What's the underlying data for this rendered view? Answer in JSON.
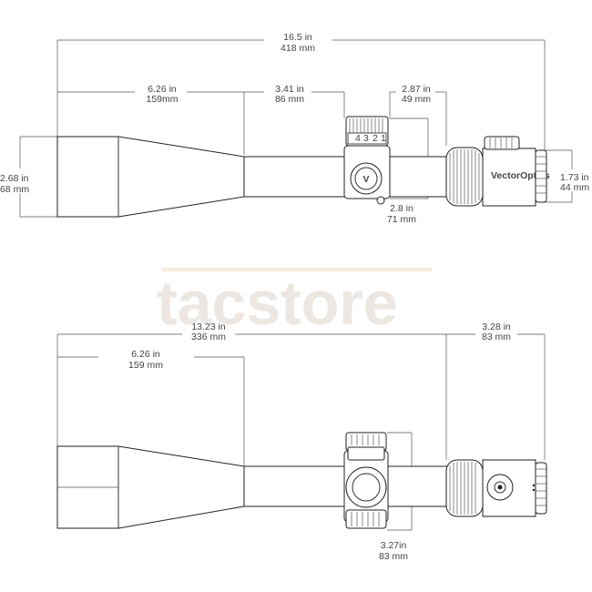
{
  "watermark": "tacstore",
  "brand_label": "VectorOptics",
  "top_view": {
    "total_length": {
      "in": "16.5 in",
      "mm": "418 mm"
    },
    "objective_section": {
      "in": "6.26 in",
      "mm": "159mm"
    },
    "tube_front": {
      "in": "3.41 in",
      "mm": "86 mm"
    },
    "turret_to_eyepiece": {
      "in": "2.87 in",
      "mm": "49 mm"
    },
    "turret_height": {
      "in": "2.8    in",
      "mm": "71 mm"
    },
    "objective_diameter": {
      "in": "2.68 in",
      "mm": "68 mm"
    },
    "eyepiece_diameter": {
      "in": "1.73 in",
      "mm": "44  mm"
    }
  },
  "side_view": {
    "length_to_eyepiece": {
      "in": "13.23 in",
      "mm": "336 mm"
    },
    "eyepiece_length": {
      "in": "3.28 in",
      "mm": "83 mm"
    },
    "objective_section": {
      "in": "6.26 in",
      "mm": "159 mm"
    },
    "turret_height": {
      "in": "3.27in",
      "mm": "83  mm"
    }
  },
  "turret_numbers": [
    "4",
    "3",
    "2",
    "1"
  ]
}
